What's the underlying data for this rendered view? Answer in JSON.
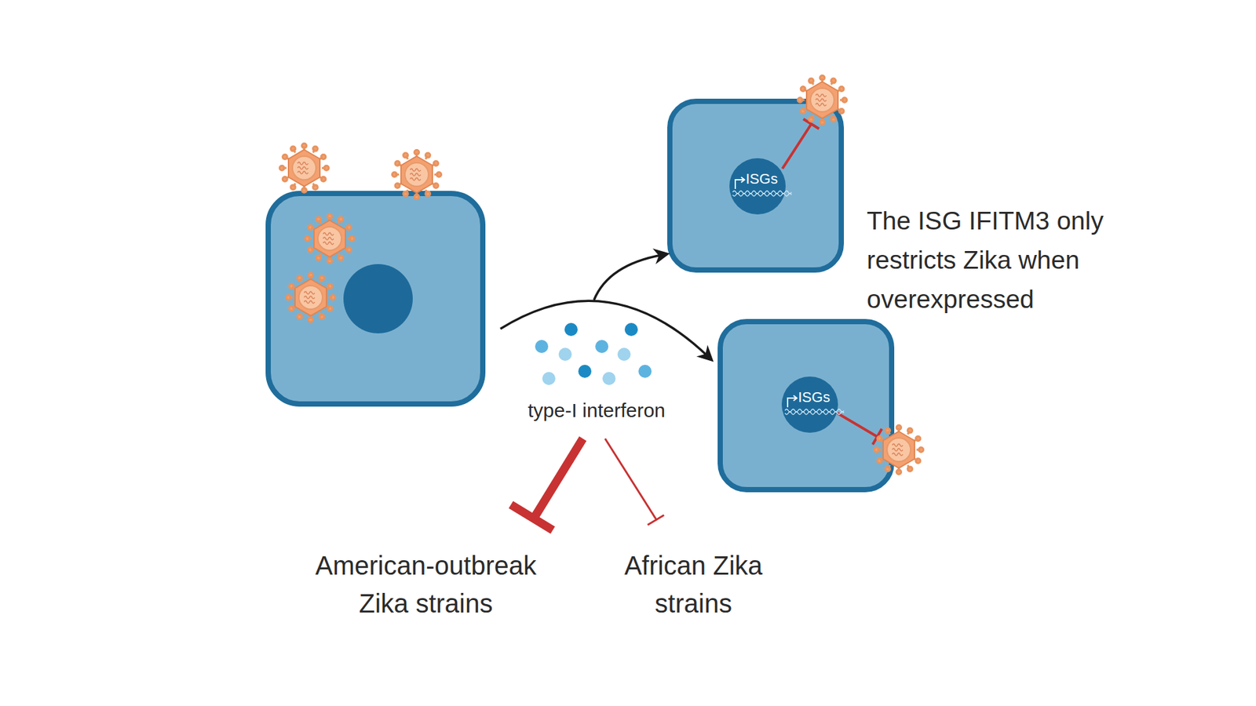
{
  "diagram": {
    "nodes": [
      {
        "text": [
          "ISGs"
        ]
      },
      {
        "text": [
          "ISGs"
        ]
      }
    ],
    "labels": [
      "type-I interferon",
      "The ISG IFITM3 only restricts Zika when overexpressed",
      "American-outbreak Zika strains",
      "African Zika strains"
    ]
  }
}
